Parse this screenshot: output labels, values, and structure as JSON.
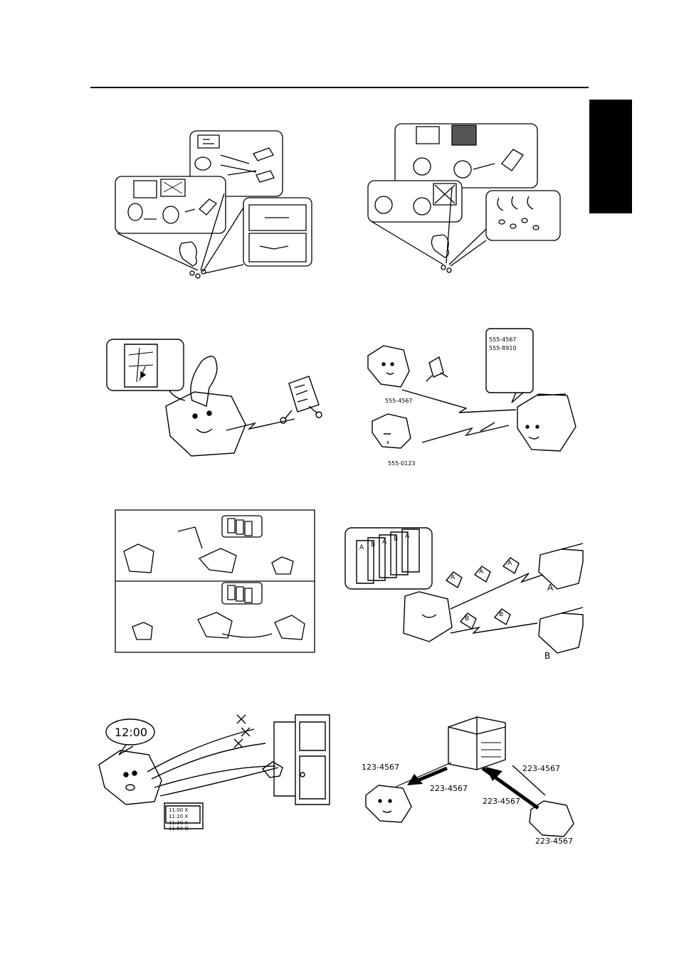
{
  "illustrations": {
    "dial_numbers": {
      "bubble_line1": "555-4567",
      "bubble_line2": "555-8910",
      "left_top_number": "555-4567",
      "left_bottom_number": "555-0123"
    },
    "batch_send": {
      "doc_labels": [
        "A",
        "B",
        "A",
        "B",
        "A"
      ],
      "page_labels": [
        "A",
        "A",
        "A",
        "B",
        "B"
      ],
      "fax_a_label": "A",
      "fax_b_label": "B"
    },
    "timer_retry": {
      "clock_time": "12:00",
      "log_lines": [
        "11:00  X",
        "11:20  X",
        "11:30  X",
        "11:50  O"
      ]
    },
    "forwarding": {
      "left_arrow_label": "123-4567",
      "center_label": "223-4567",
      "right_arrow_label": "223-4567",
      "diag_label": "223-4567",
      "bottom_right_number": "223-4567"
    }
  }
}
